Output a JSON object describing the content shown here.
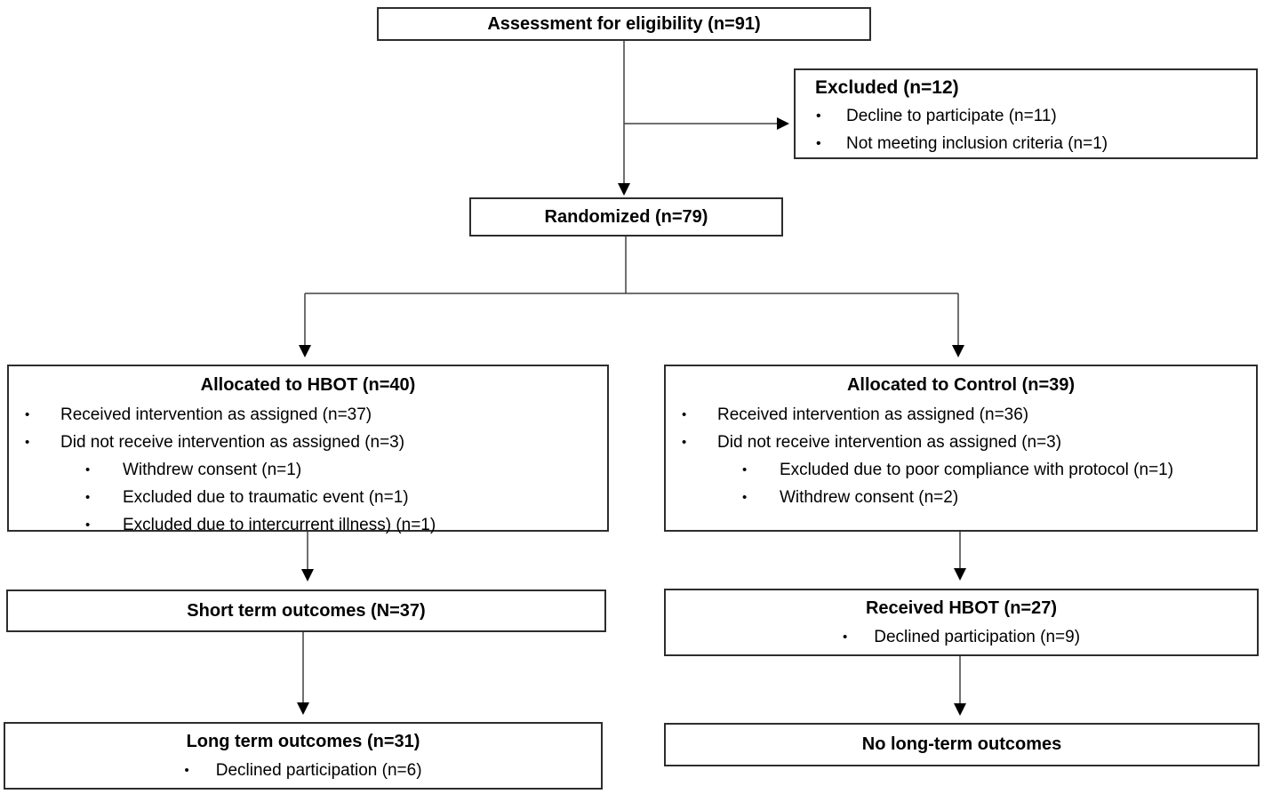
{
  "diagram": {
    "type": "consort-flowchart",
    "colors": {
      "background": "#ffffff",
      "text": "#000000",
      "box_border": "#2d2d2d",
      "connector_line": "#404040",
      "arrowhead": "#000000"
    },
    "boxes": {
      "assessment": {
        "title": "Assessment for eligibility (n=91)"
      },
      "excluded": {
        "title": "Excluded (n=12)",
        "bullets": [
          "Decline to participate (n=11)",
          "Not meeting inclusion criteria (n=1)"
        ]
      },
      "randomized": {
        "title": "Randomized (n=79)"
      },
      "allocated_hbot": {
        "title": "Allocated to HBOT (n=40)",
        "bullets": [
          "Received intervention as assigned (n=37)",
          "Did not receive intervention as assigned (n=3)"
        ],
        "sub_bullets": [
          "Withdrew consent (n=1)",
          "Excluded due to traumatic event (n=1)",
          "Excluded due to intercurrent illness) (n=1)"
        ]
      },
      "allocated_control": {
        "title": "Allocated to Control (n=39)",
        "bullets": [
          "Received intervention as assigned (n=36)",
          "Did not receive intervention as assigned (n=3)"
        ],
        "sub_bullets": [
          "Excluded due to poor compliance with protocol (n=1)",
          "Withdrew consent (n=2)"
        ]
      },
      "short_term": {
        "title": "Short term outcomes (N=37)"
      },
      "received_hbot": {
        "title": "Received HBOT (n=27)",
        "bullets": [
          "Declined participation (n=9)"
        ]
      },
      "long_term": {
        "title": "Long term outcomes (n=31)",
        "bullets": [
          "Declined participation (n=6)"
        ]
      },
      "no_long_term": {
        "title": "No long-term outcomes"
      }
    }
  }
}
